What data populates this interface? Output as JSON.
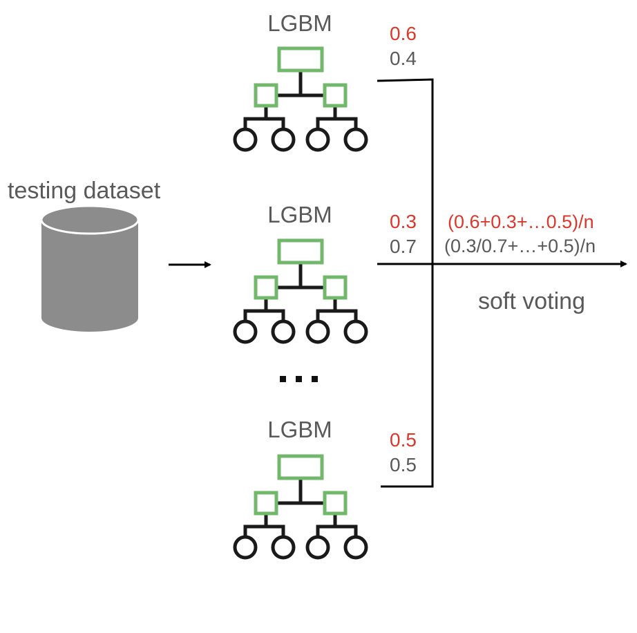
{
  "dataset": {
    "label": "testing dataset"
  },
  "models": [
    {
      "label": "LGBM",
      "prob_positive": "0.6",
      "prob_negative": "0.4"
    },
    {
      "label": "LGBM",
      "prob_positive": "0.3",
      "prob_negative": "0.7"
    },
    {
      "label": "LGBM",
      "prob_positive": "0.5",
      "prob_negative": "0.5"
    }
  ],
  "ellipsis": "…",
  "output": {
    "formula_positive": "(0.6+0.3+…0.5)/n",
    "formula_negative": "(0.3/0.7+…+0.5)/n",
    "method_label": "soft voting"
  },
  "colors": {
    "text_gray": "#595959",
    "highlight_red": "#d9382a",
    "tree_node_green": "#72b86b",
    "tree_line": "#1a1a1a",
    "cylinder_gray": "#8c8c8c"
  },
  "icons": {
    "dataset": "database-cylinder-icon",
    "model": "decision-tree-icon"
  }
}
